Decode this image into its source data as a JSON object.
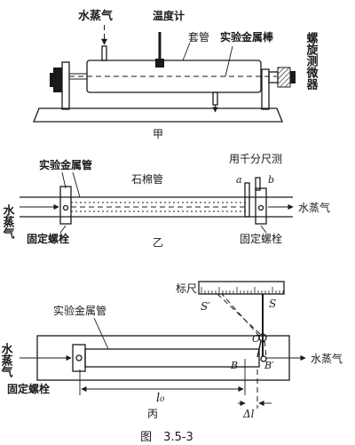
{
  "panel_a": {
    "steam": "水蒸气",
    "thermometer": "温度计",
    "jacket": "套管",
    "rod": "实验金属棒",
    "micrometer": "螺旋测微器",
    "caption": "甲"
  },
  "panel_b": {
    "tube": "实验金属管",
    "asbestos": "石棉管",
    "measure": "用千分尺测",
    "a": "a",
    "b": "b",
    "steam_left": "水蒸气",
    "steam_right": "水蒸气",
    "bolt_left": "固定螺栓",
    "bolt_right": "固定螺栓",
    "caption": "乙"
  },
  "panel_c": {
    "scale": "标尺",
    "s_prime": "S′",
    "s": "S",
    "tube": "实验金属管",
    "o": "O",
    "b": "B",
    "b_prime": "B′",
    "steam_left": "水蒸气",
    "steam_right": "水蒸气",
    "bolt": "固定螺栓",
    "l0": "l₀",
    "dl": "Δl",
    "caption": "丙"
  },
  "figure_caption": "图　3.5-3"
}
